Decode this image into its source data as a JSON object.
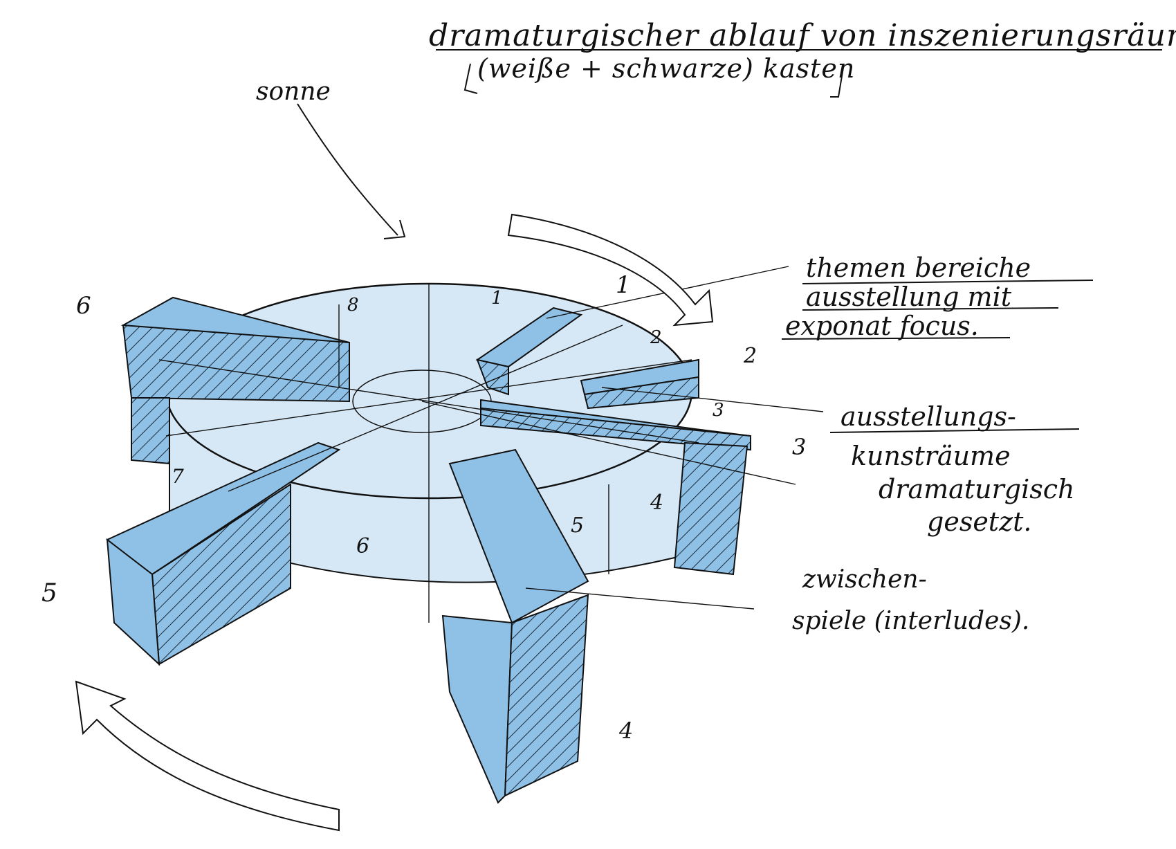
{
  "title_line1": "dramaturgischer ablauf von inszenierungsräumen",
  "title_line2": "(weiße + schwarze) kasten",
  "sun_label": "sonne",
  "note_themes": [
    "themen bereiche",
    "ausstellung mit",
    "exponat focus."
  ],
  "note_art": [
    "ausstellungs-",
    "kunsträume",
    "dramaturgisch",
    "gesetzt."
  ],
  "note_interlude": [
    "zwischen-",
    "spiele (interludes)."
  ],
  "numbers": [
    "6",
    "8",
    "1",
    "1",
    "2",
    "2",
    "3",
    "3",
    "4",
    "5",
    "6",
    "7",
    "5",
    "4"
  ],
  "colors": {
    "ink": "#111111",
    "blue": "#8fc1e6",
    "light_blue": "#d6e8f6",
    "paper": "#ffffff"
  }
}
